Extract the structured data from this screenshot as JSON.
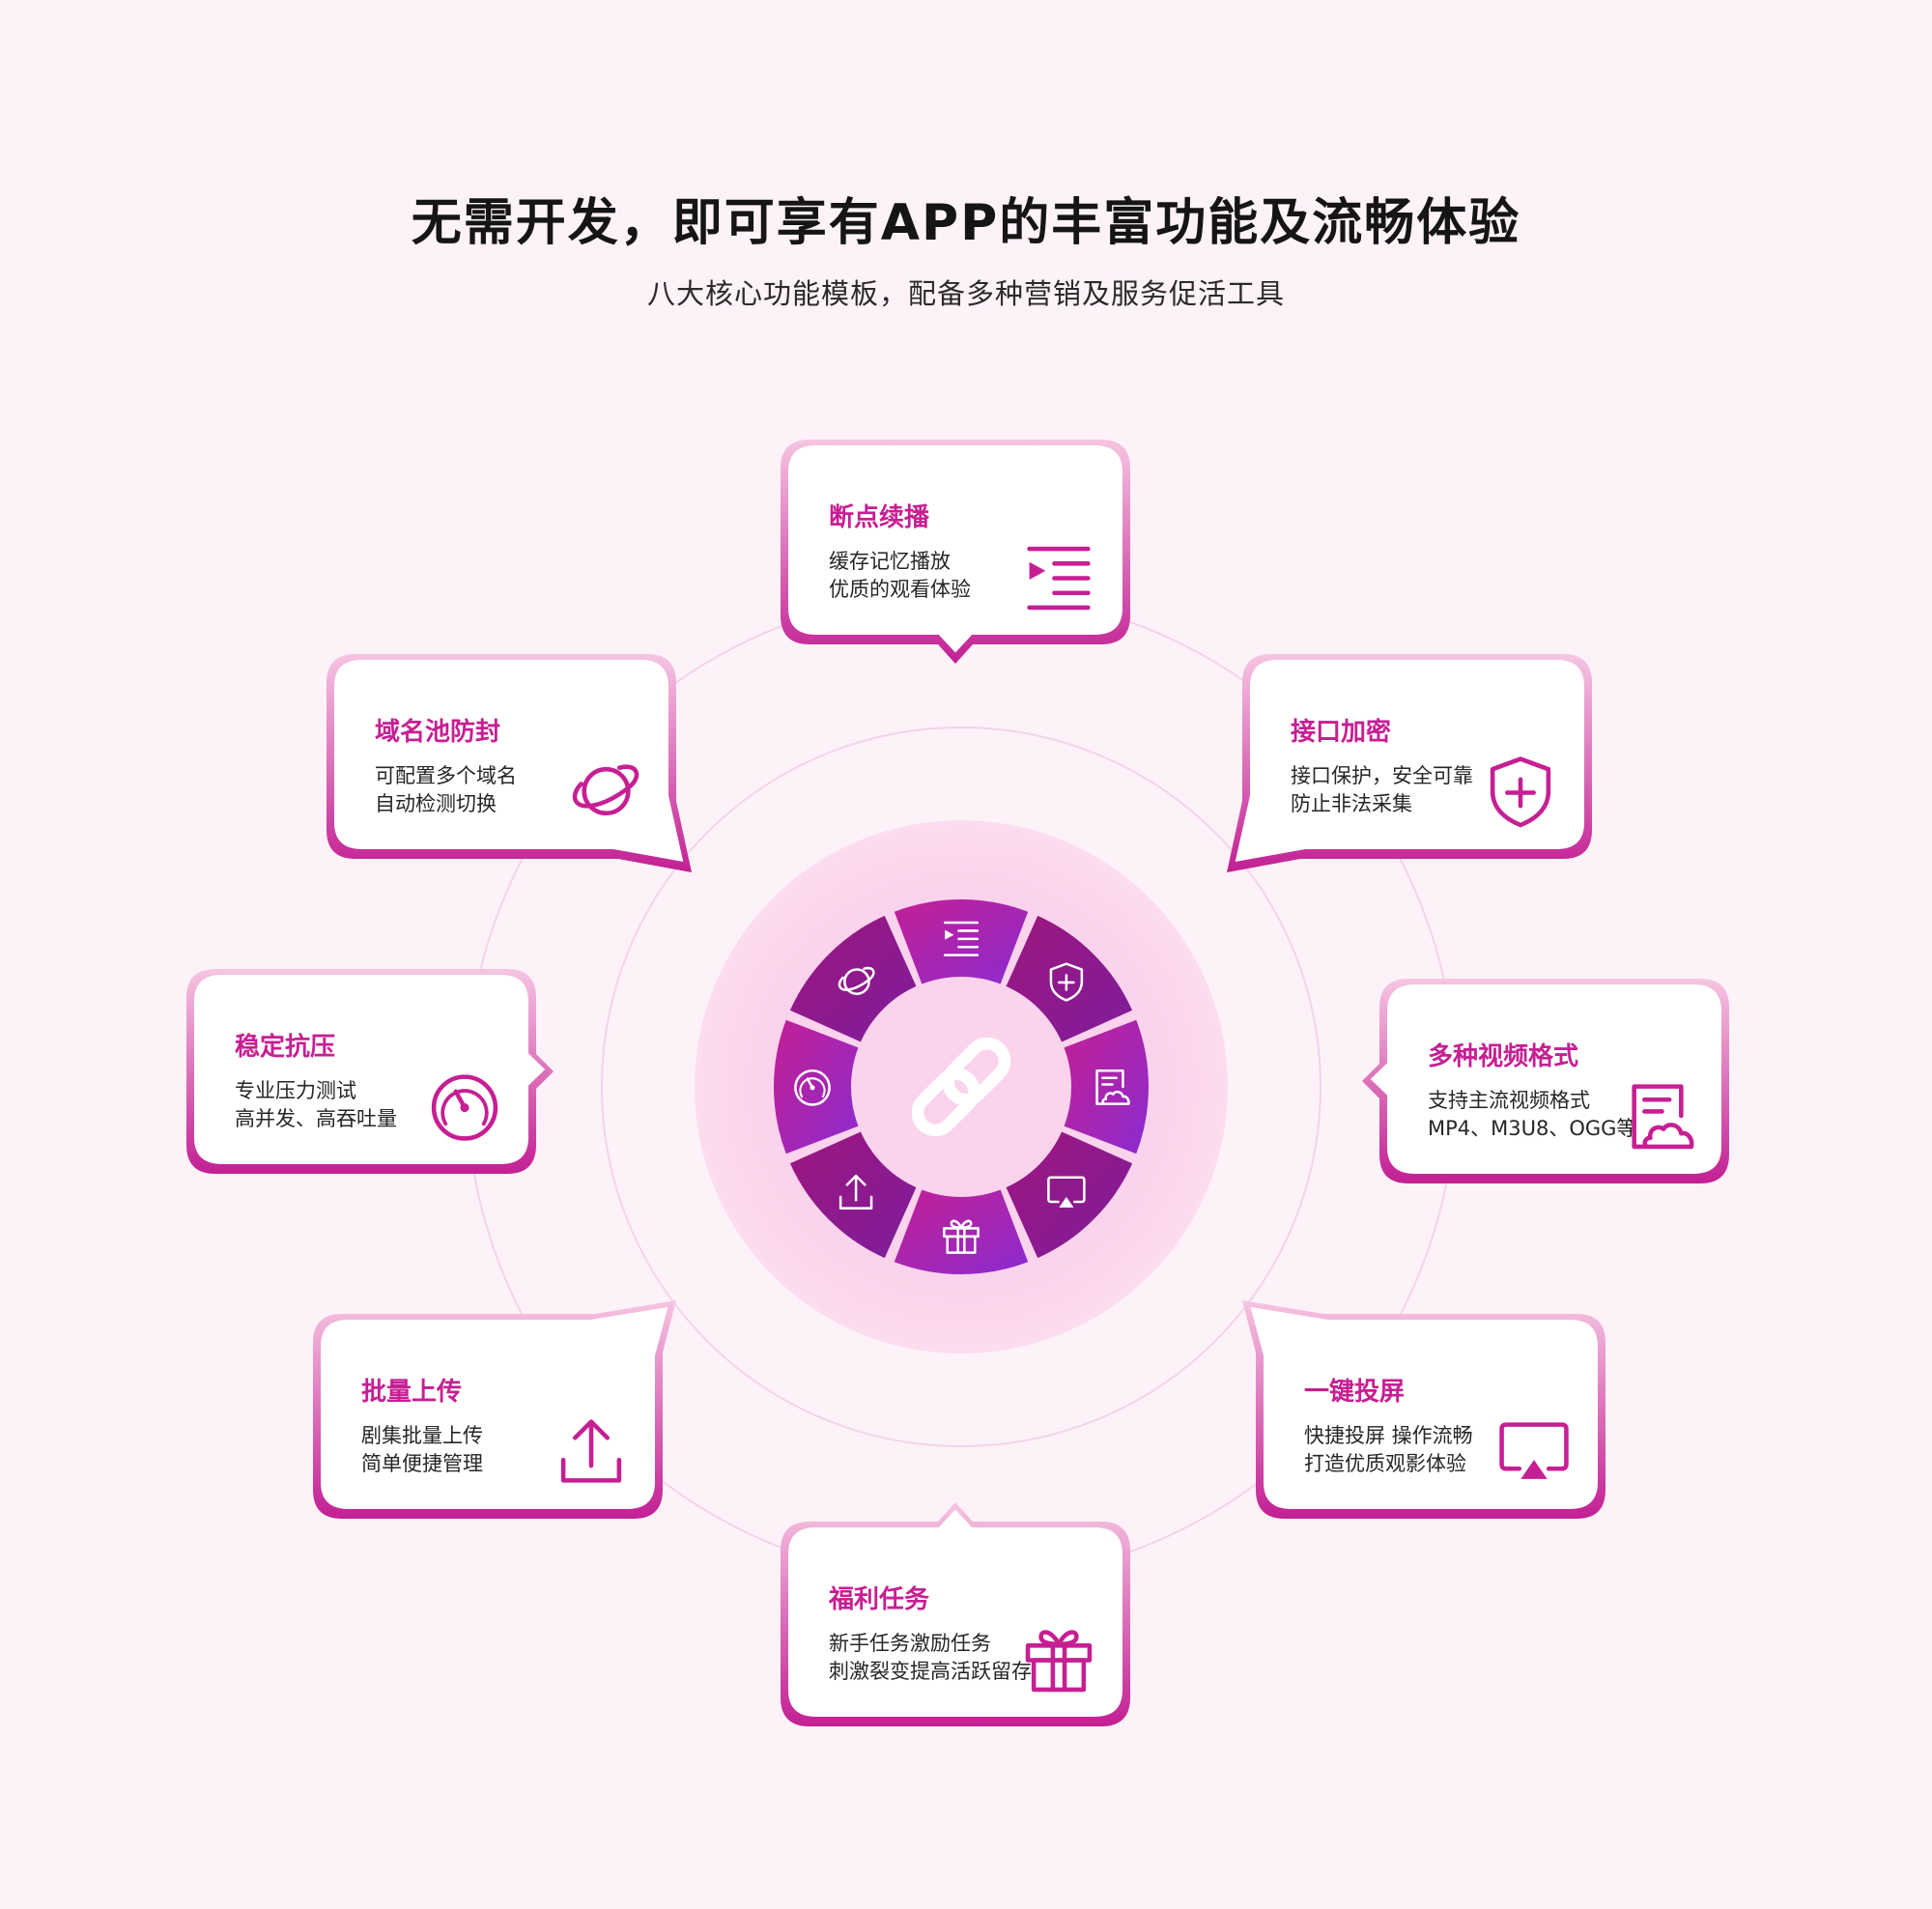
{
  "header": {
    "title": "无需开发，即可享有APP的丰富功能及流畅体验",
    "subtitle": "八大核心功能模板，配备多种营销及服务促活工具"
  },
  "colors": {
    "accent": "#c61f93",
    "accent_dark": "#b0147f",
    "ring_purple": "#8e2ad0",
    "hub_glow": "#fbd3ec",
    "background": "#fdf2f8"
  },
  "hub": {
    "center_icon": "link-icon"
  },
  "features": [
    {
      "id": "resume",
      "title": "断点续播",
      "lines": [
        "缓存记忆播放",
        "优质的观看体验"
      ],
      "icon": "playlist-icon"
    },
    {
      "id": "encrypt",
      "title": "接口加密",
      "lines": [
        "接口保护，安全可靠",
        "防止非法采集"
      ],
      "icon": "shield-plus-icon"
    },
    {
      "id": "formats",
      "title": "多种视频格式",
      "lines": [
        "支持主流视频格式",
        "MP4、M3U8、OGG等"
      ],
      "icon": "video-file-icon"
    },
    {
      "id": "cast",
      "title": "一键投屏",
      "lines": [
        "快捷投屏 操作流畅",
        "打造优质观影体验"
      ],
      "icon": "screen-cast-icon"
    },
    {
      "id": "rewards",
      "title": "福利任务",
      "lines": [
        "新手任务激励任务",
        "刺激裂变提高活跃留存"
      ],
      "icon": "gift-icon"
    },
    {
      "id": "upload",
      "title": "批量上传",
      "lines": [
        "剧集批量上传",
        "简单便捷管理"
      ],
      "icon": "upload-icon"
    },
    {
      "id": "stability",
      "title": "稳定抗压",
      "lines": [
        "专业压力测试",
        "高并发、高吞吐量"
      ],
      "icon": "gauge-icon"
    },
    {
      "id": "domain",
      "title": "域名池防封",
      "lines": [
        "可配置多个域名",
        "自动检测切换"
      ],
      "icon": "planet-icon"
    }
  ]
}
